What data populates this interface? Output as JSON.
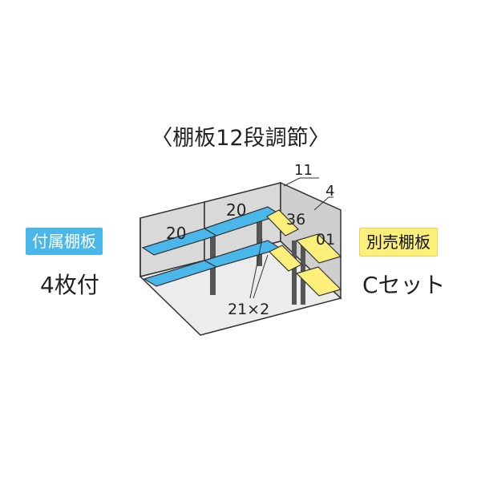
{
  "title": "〈棚板12段調節〉",
  "left_badge": {
    "label": "付属棚板",
    "color": "#49b7ea"
  },
  "left_sub": "4枚付",
  "right_badge": {
    "label": "別売棚板",
    "color": "#fdf07a"
  },
  "right_sub": "Cセット",
  "labels": {
    "l20a": "20",
    "l20b": "20",
    "l11": "11",
    "l4": "4",
    "l36": "36",
    "l01": "01",
    "l21x2": "21×2"
  }
}
